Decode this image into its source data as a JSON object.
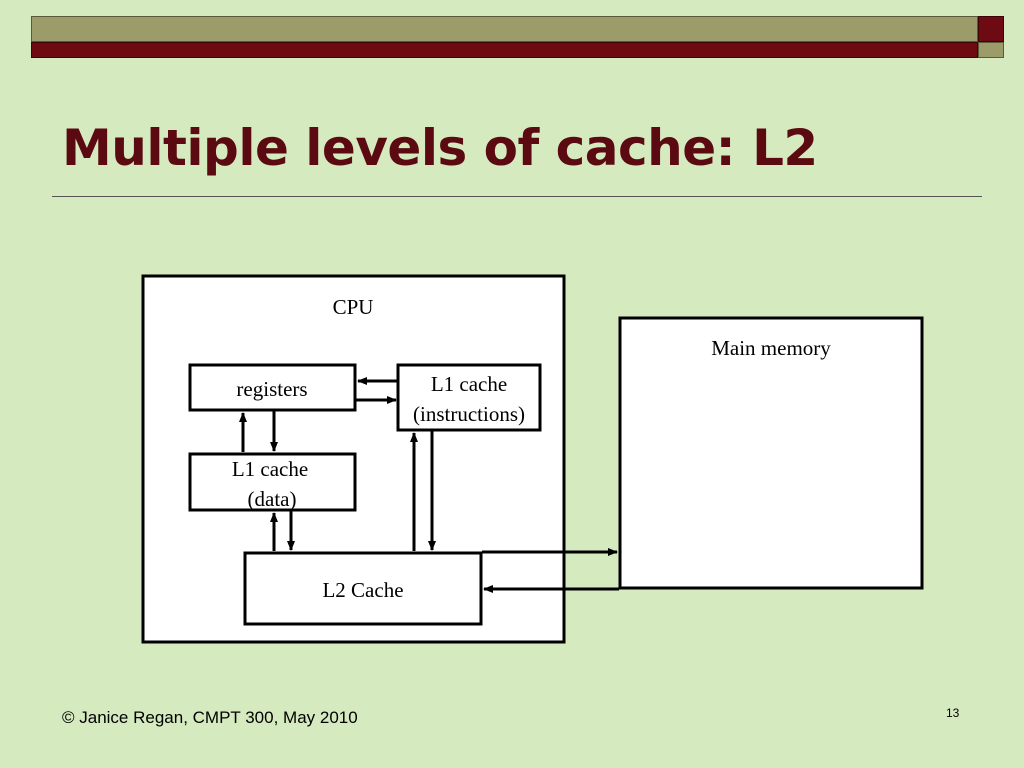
{
  "slide": {
    "title": "Multiple levels of cache:  L2",
    "footer": "© Janice Regan, CMPT 300, May 2010",
    "page_number": "13"
  },
  "diagram": {
    "cpu_label": "CPU",
    "main_memory_label": "Main memory",
    "registers_label": "registers",
    "l1_instr_line1": "L1 cache",
    "l1_instr_line2": "(instructions)",
    "l1_data_line1": "L1 cache",
    "l1_data_line2": "(data)",
    "l2_label": "L2 Cache"
  },
  "colors": {
    "background": "#d6eac0",
    "title": "#5a0a10",
    "bar_olive": "#9c9b6a",
    "bar_maroon": "#6e0a12"
  }
}
